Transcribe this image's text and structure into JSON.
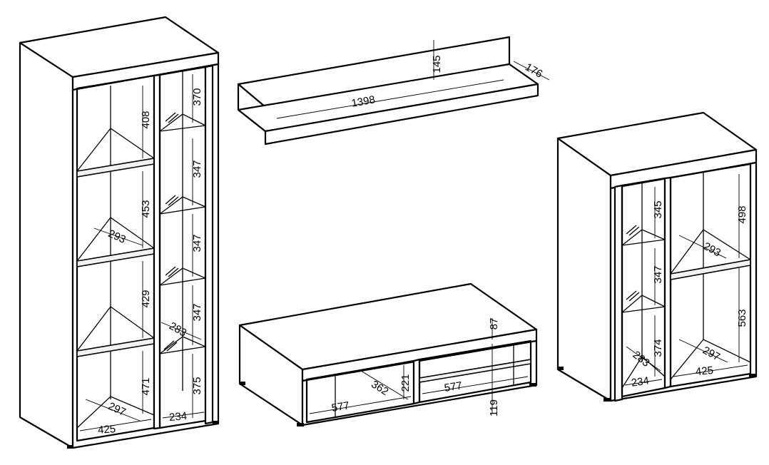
{
  "tall_cabinet": {
    "dims": {
      "shelf1_height": "408",
      "shelf2_height": "453",
      "shelf3_height": "429",
      "shelf4_height": "471",
      "inner_depth": "293",
      "bottom_depth": "297",
      "width": "425",
      "glass1_height": "370",
      "glass2_height": "347",
      "glass3_height": "347",
      "glass4_height": "347",
      "glass_depth": "283",
      "glass_bottom_height": "375",
      "glass_width": "234"
    }
  },
  "wall_shelf": {
    "dims": {
      "length": "1398",
      "height": "145",
      "depth": "176"
    }
  },
  "tv_stand": {
    "dims": {
      "top_height": "87",
      "bottom_height": "119",
      "left_width": "577",
      "right_width": "577",
      "depth": "362",
      "drawer_height": "221"
    }
  },
  "small_cabinet": {
    "dims": {
      "left1_height": "345",
      "left2_height": "347",
      "left3_height": "374",
      "left_depth": "283",
      "left_width": "234",
      "right1_height": "498",
      "right2_height": "563",
      "right_depth": "293",
      "right_bottom_depth": "297",
      "right_width": "425"
    }
  }
}
